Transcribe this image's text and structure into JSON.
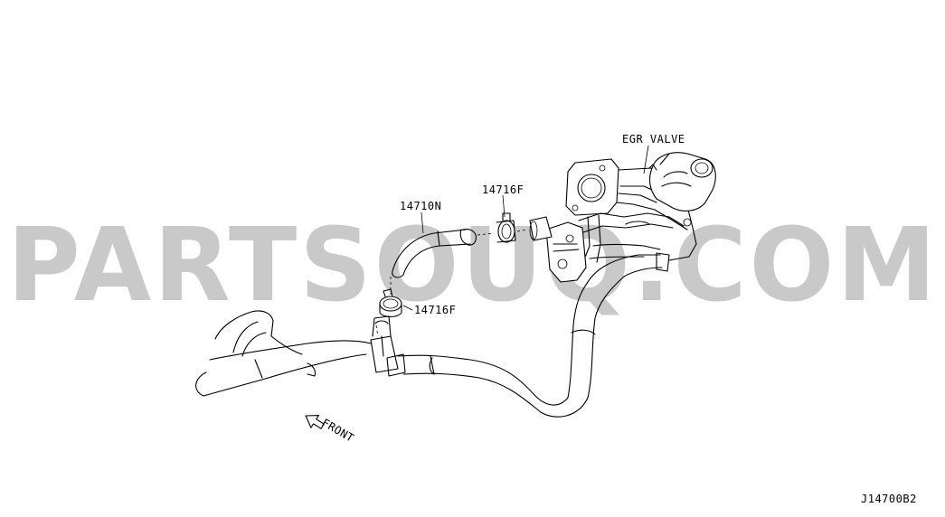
{
  "watermark": "PARTSOUQ.COM",
  "callouts": {
    "egr_valve": "EGR VALVE",
    "hose": "14710N",
    "clamp_upper": "14716F",
    "clamp_lower": "14716F"
  },
  "front_label": "FRONT",
  "diagram_code": "J14700B2"
}
